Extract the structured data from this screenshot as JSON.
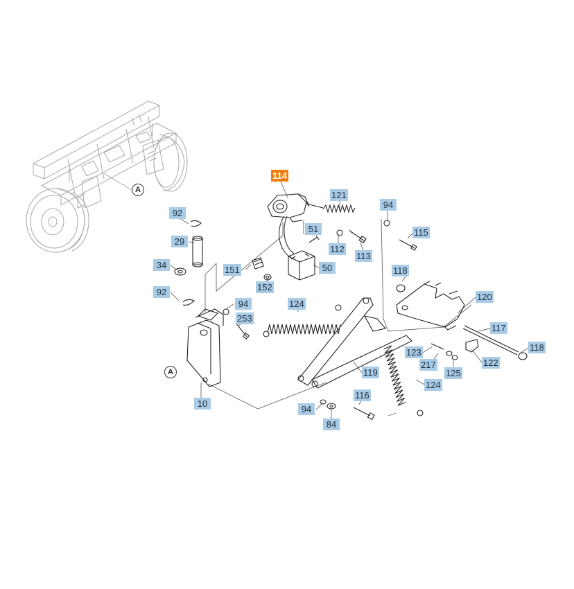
{
  "diagram": {
    "highlight_color": "#f07d0b",
    "callout_color": "#a9cbe6",
    "active_part": "114",
    "reference_marks": [
      "A",
      "A"
    ],
    "callouts": [
      {
        "id": "114",
        "label": "114",
        "active": true
      },
      {
        "id": "121",
        "label": "121"
      },
      {
        "id": "94a",
        "label": "94"
      },
      {
        "id": "92a",
        "label": "92"
      },
      {
        "id": "51",
        "label": "51"
      },
      {
        "id": "115",
        "label": "115"
      },
      {
        "id": "29",
        "label": "29"
      },
      {
        "id": "112",
        "label": "112"
      },
      {
        "id": "113",
        "label": "113"
      },
      {
        "id": "34",
        "label": "34"
      },
      {
        "id": "151",
        "label": "151"
      },
      {
        "id": "50",
        "label": "50"
      },
      {
        "id": "118a",
        "label": "118"
      },
      {
        "id": "152",
        "label": "152"
      },
      {
        "id": "92b",
        "label": "92"
      },
      {
        "id": "124a",
        "label": "124"
      },
      {
        "id": "120",
        "label": "120"
      },
      {
        "id": "94b",
        "label": "94"
      },
      {
        "id": "253",
        "label": "253"
      },
      {
        "id": "117",
        "label": "117"
      },
      {
        "id": "118b",
        "label": "118"
      },
      {
        "id": "123",
        "label": "123"
      },
      {
        "id": "122",
        "label": "122"
      },
      {
        "id": "217",
        "label": "217"
      },
      {
        "id": "119",
        "label": "119"
      },
      {
        "id": "125",
        "label": "125"
      },
      {
        "id": "124b",
        "label": "124"
      },
      {
        "id": "10",
        "label": "10"
      },
      {
        "id": "116",
        "label": "116"
      },
      {
        "id": "94c",
        "label": "94"
      },
      {
        "id": "84",
        "label": "84"
      }
    ]
  }
}
